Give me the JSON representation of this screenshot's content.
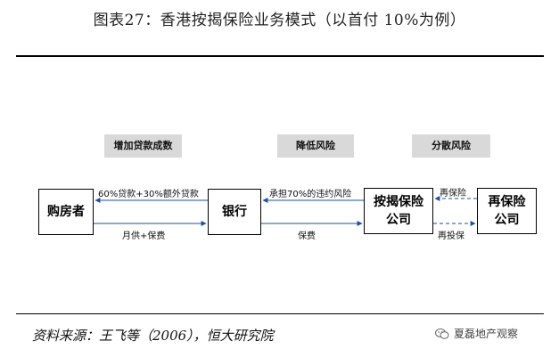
{
  "title": "图表27：香港按揭保险业务模式（以首付 10%为例）",
  "tags": {
    "increase_loan": "增加贷款成数",
    "reduce_risk": "降低风险",
    "spread_risk": "分散风险"
  },
  "boxes": {
    "buyer": "购房者",
    "bank": "银行",
    "mortgage_insurance_line1": "按揭保险",
    "mortgage_insurance_line2": "公司",
    "reinsurance_line1": "再保险",
    "reinsurance_line2": "公司"
  },
  "flows": {
    "loan": "60%贷款+30%额外贷款",
    "repayment": "月供+保费",
    "default_risk": "承担70%的违约风险",
    "premium": "保费",
    "reinsure": "再保险",
    "reinsure_premium": "再投保"
  },
  "source": "资料来源：王飞等（2006），恒大研究院",
  "watermark": "夏磊地产观察"
}
